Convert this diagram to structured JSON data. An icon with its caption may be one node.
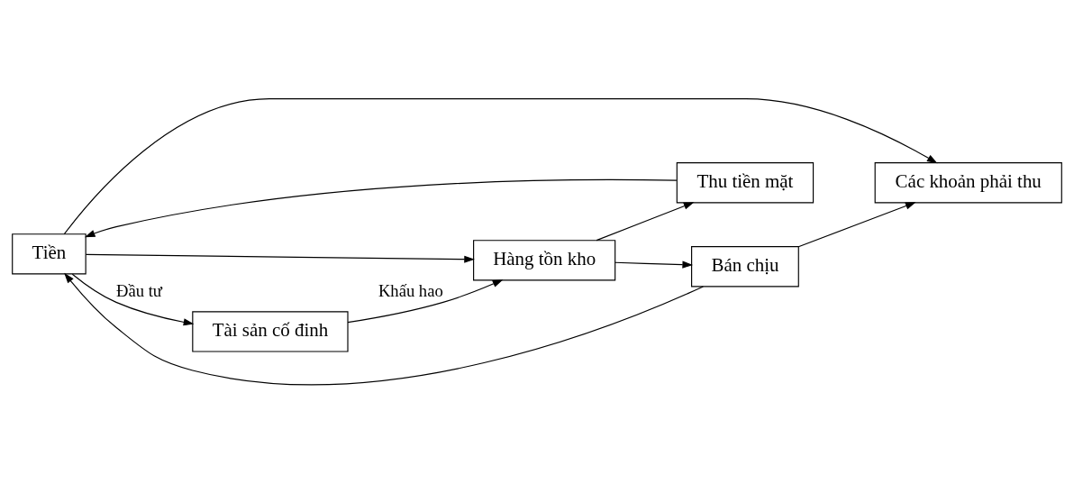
{
  "diagram": {
    "nodes": [
      {
        "text": [
          "Tiền"
        ]
      },
      {
        "text": [
          "Các khoản phải thu"
        ]
      },
      {
        "text": [
          "Bán chịu"
        ]
      },
      {
        "text": [
          "Thu tiền mặt"
        ]
      },
      {
        "text": [
          "Hàng tồn kho"
        ]
      },
      {
        "text": [
          "Tài sản cố đinh"
        ]
      }
    ],
    "edges": [
      {
        "from": 0,
        "to": 1,
        "arrow": "to"
      },
      {
        "from": 0,
        "to": 4,
        "arrow": "to"
      },
      {
        "from": 0,
        "to": 5,
        "arrow": "to",
        "label": "Đầu tư"
      },
      {
        "from": 2,
        "to": 1,
        "arrow": "to"
      },
      {
        "from": 2,
        "to": 0,
        "arrow": "to"
      },
      {
        "from": 3,
        "to": 0,
        "arrow": "to"
      },
      {
        "from": 4,
        "to": 2,
        "arrow": "to"
      },
      {
        "from": 4,
        "to": 3,
        "arrow": "to"
      },
      {
        "from": 5,
        "to": 4,
        "arrow": "to",
        "label": "Khấu hao"
      }
    ]
  }
}
